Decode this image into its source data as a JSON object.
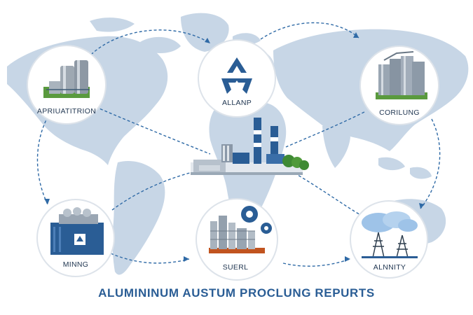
{
  "title": "ALUMININUM AUSTUM PROCLUNG REPURTS",
  "nodes": [
    {
      "id": "top-left",
      "label": "APRIUATITRION",
      "icon": "storage-tanks-icon"
    },
    {
      "id": "top-center",
      "label": "ALLANP",
      "icon": "recycle-icon"
    },
    {
      "id": "top-right",
      "label": "CORILUNG",
      "icon": "silos-icon"
    },
    {
      "id": "bottom-left",
      "label": "MINNG",
      "icon": "mining-plant-icon"
    },
    {
      "id": "bottom-center",
      "label": "SUERL",
      "icon": "smelter-gears-icon"
    },
    {
      "id": "bottom-right",
      "label": "ALNNITY",
      "icon": "power-lines-cloud-icon"
    }
  ],
  "center": {
    "icon": "factory-icon"
  },
  "colors": {
    "accent": "#2a5d95",
    "map": "#c7d6e6",
    "line": "#2f6aa6",
    "green": "#4f9a3a"
  }
}
